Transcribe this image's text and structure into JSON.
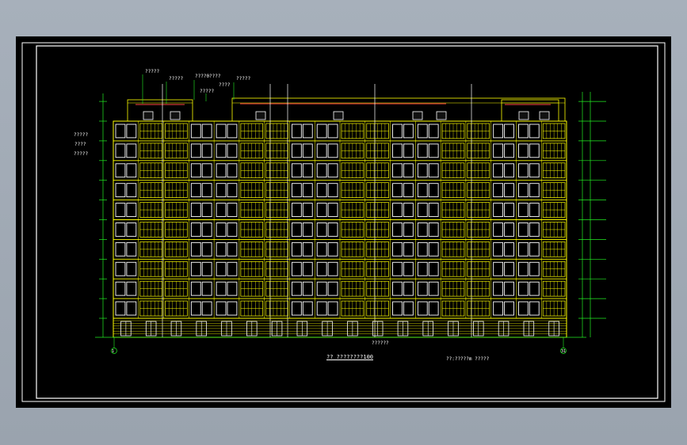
{
  "colors": {
    "background": "#000000",
    "frame": "#ffffff",
    "structure": "#ffff00",
    "window": "#ffffff",
    "dimension": "#22ee22",
    "accent": "#ff4444",
    "viewport": "#a3abb6"
  },
  "roof_callouts": [
    "?????",
    "?????",
    "????0????",
    "?????",
    "????",
    "?????"
  ],
  "left_callouts": [
    "?????",
    "????",
    "?????"
  ],
  "center_callout": "??????",
  "title": "?? ????????100",
  "subtitle": "??:?????m  ?????",
  "axis_left": "1",
  "axis_right": "31",
  "floors": 10,
  "window_bays": 18
}
